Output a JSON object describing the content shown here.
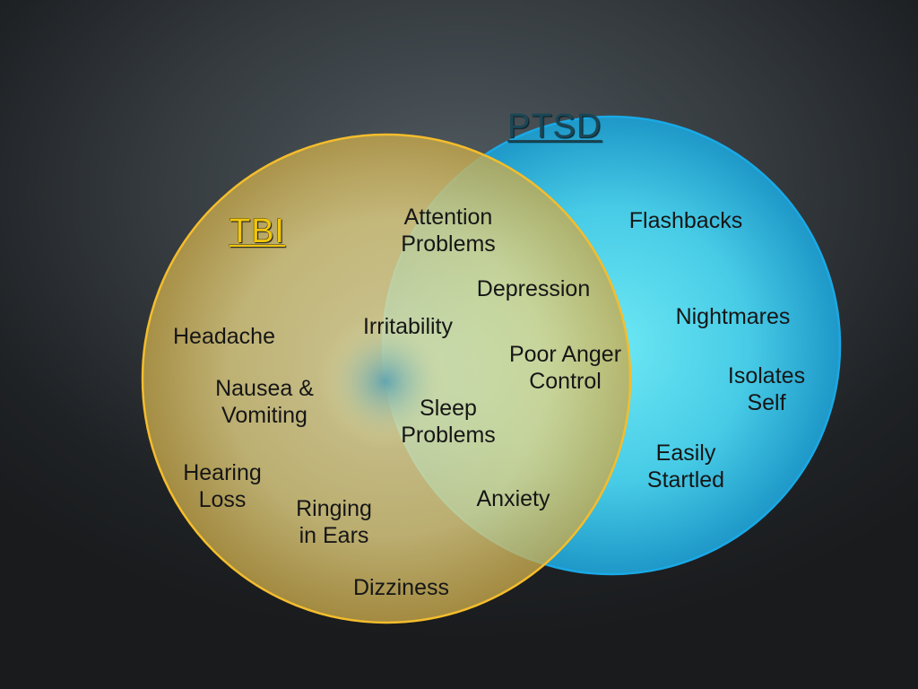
{
  "sets": {
    "tbi": {
      "title": "TBI",
      "stroke": "#f4bd2c",
      "fill": "#e8d98a"
    },
    "ptsd": {
      "title": "PTSD",
      "stroke": "#1aa9e6",
      "fill": "#42c8e4"
    }
  },
  "items": {
    "attention_problems": "Attention\nProblems",
    "flashbacks": "Flashbacks",
    "depression": "Depression",
    "headache": "Headache",
    "irritability": "Irritability",
    "nightmares": "Nightmares",
    "poor_anger_control": "Poor Anger\nControl",
    "isolates_self": "Isolates\nSelf",
    "nausea_vomiting": "Nausea &\nVomiting",
    "sleep_problems": "Sleep\nProblems",
    "easily_startled": "Easily\nStartled",
    "hearing_loss": "Hearing\nLoss",
    "ringing_in_ears": "Ringing\nin Ears",
    "anxiety": "Anxiety",
    "dizziness": "Dizziness"
  }
}
